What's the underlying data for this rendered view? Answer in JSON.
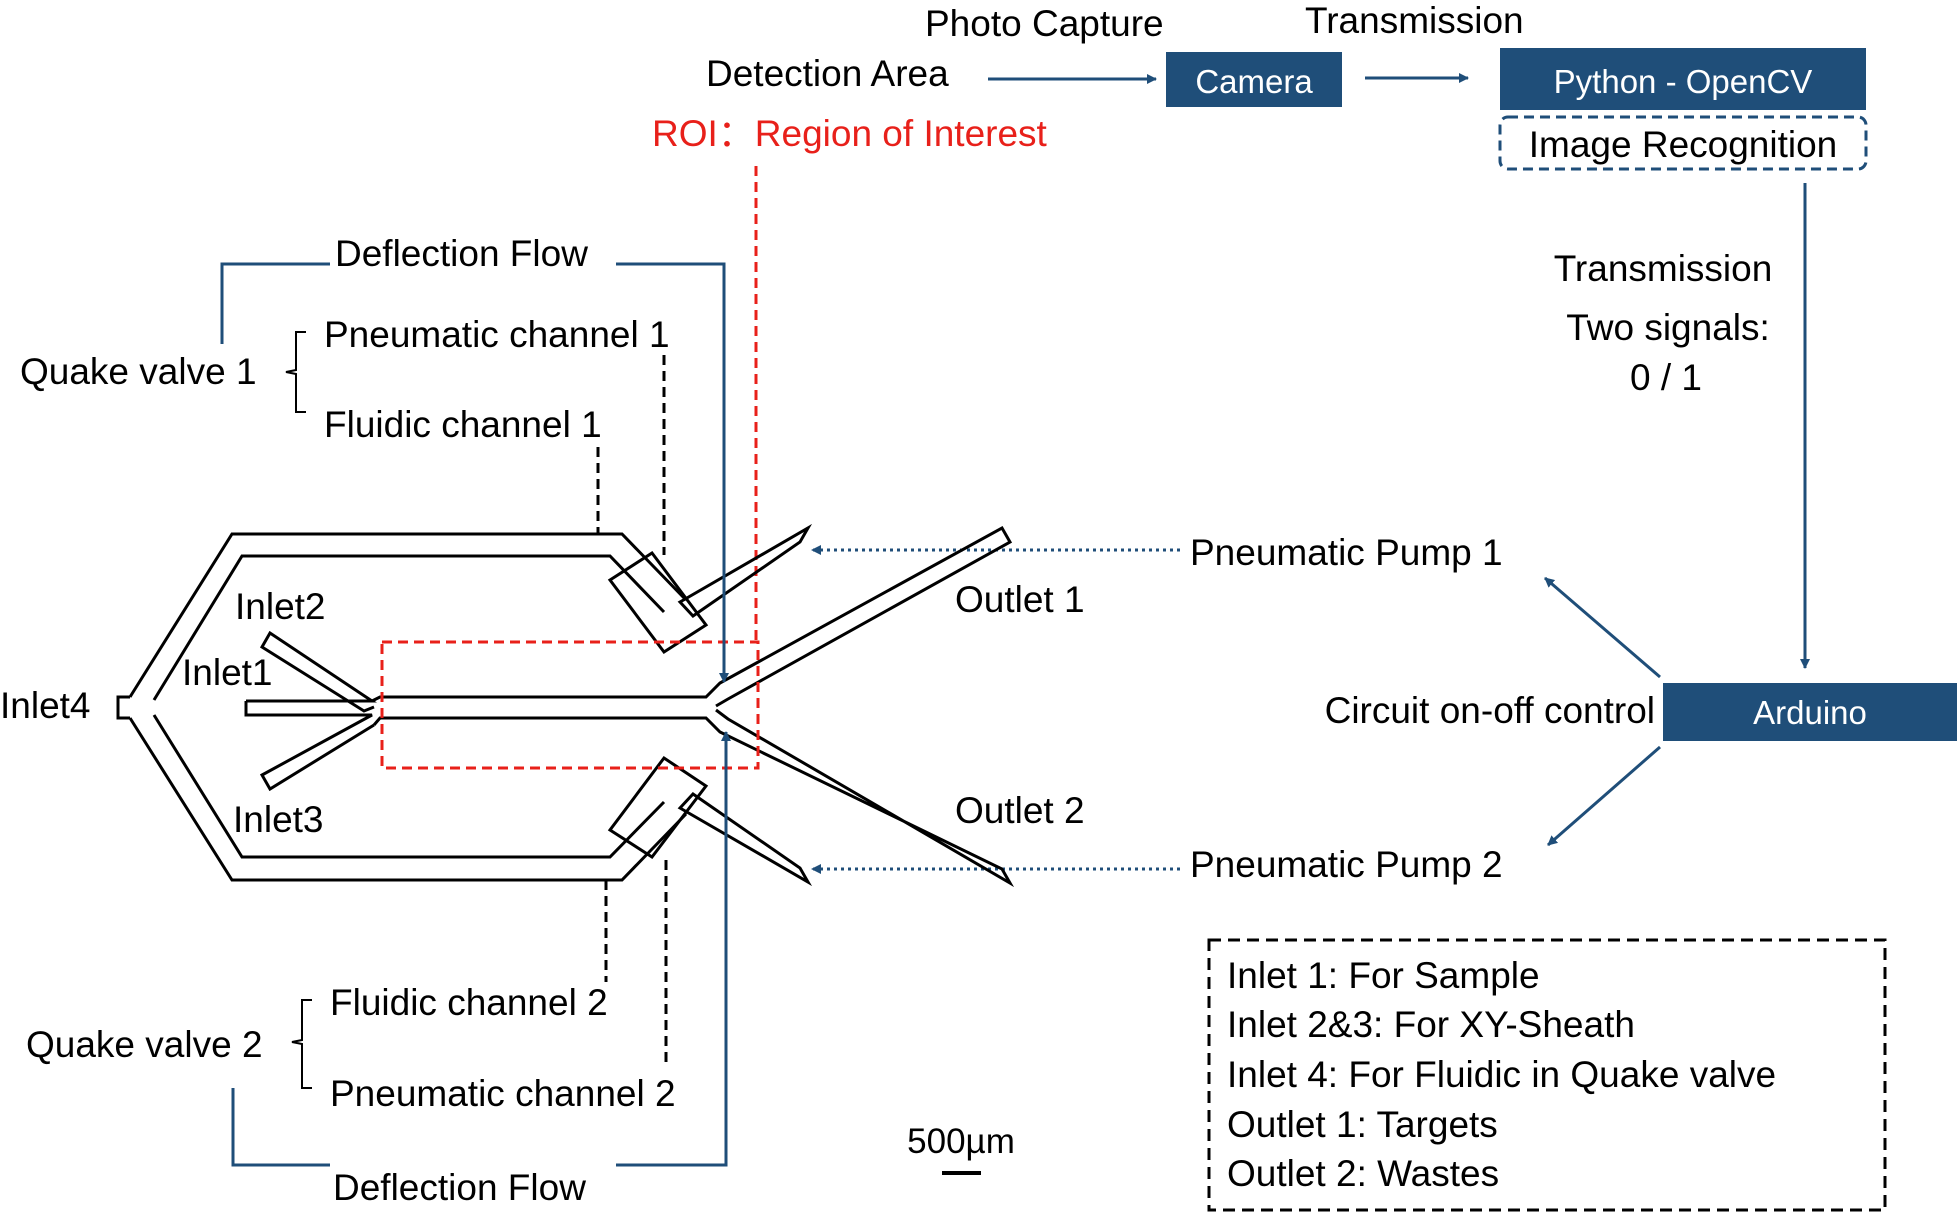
{
  "colors": {
    "blue": "#1f4e79",
    "red": "#e8201a",
    "black": "#000000",
    "white": "#ffffff"
  },
  "top": {
    "photo_capture": "Photo Capture",
    "transmission_top": "Transmission",
    "detection_area": "Detection Area",
    "camera": "Camera",
    "python_opencv": "Python - OpenCV",
    "image_recognition": "Image Recognition",
    "roi": "ROI：Region of Interest"
  },
  "right": {
    "transmission": "Transmission",
    "two_signals": "Two signals:",
    "signal_values": "0 / 1",
    "arduino": "Arduino",
    "circuit_control": "Circuit on-off control",
    "pump1": "Pneumatic Pump 1",
    "pump2": "Pneumatic Pump 2"
  },
  "chip": {
    "deflection_flow_top": "Deflection Flow",
    "deflection_flow_bottom": "Deflection Flow",
    "quake_valve_1": "Quake valve 1",
    "quake_valve_2": "Quake valve 2",
    "pneumatic_channel_1": "Pneumatic channel 1",
    "fluidic_channel_1": "Fluidic channel 1",
    "fluidic_channel_2": "Fluidic channel 2",
    "pneumatic_channel_2": "Pneumatic channel 2",
    "inlet1": "Inlet1",
    "inlet2": "Inlet2",
    "inlet3": "Inlet3",
    "inlet4": "Inlet4",
    "outlet1": "Outlet 1",
    "outlet2": "Outlet 2",
    "scale": "500µm"
  },
  "legend": {
    "items": [
      "Inlet 1: For Sample",
      "Inlet 2&3: For XY-Sheath",
      "Inlet 4: For Fluidic in Quake valve",
      "Outlet 1: Targets",
      "Outlet 2: Wastes"
    ]
  }
}
